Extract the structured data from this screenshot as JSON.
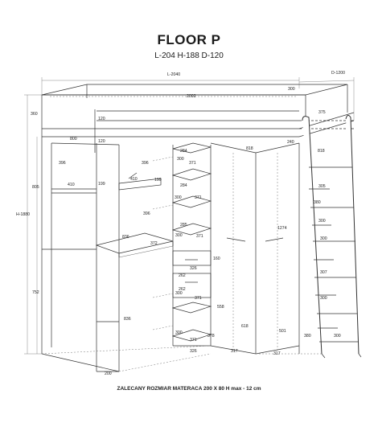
{
  "header": {
    "title": "FLOOR P",
    "subtitle": "L-204 H-188 D-120"
  },
  "footer": {
    "note": "ZALECANY ROZMIAR MATERACA 200 X 80 H max - 12 cm"
  },
  "dimensions": {
    "length_total": "L-2040",
    "depth_total": "D-1200",
    "height_total": "H-1880",
    "d2002": "2002",
    "d300_top": "300",
    "d375": "375",
    "d120_a": "120",
    "d120_b": "120",
    "d360": "360",
    "d800_left": "800",
    "d805": "805",
    "d240": "240",
    "d818_a": "818",
    "d818_b": "818",
    "d396_a": "396",
    "d396_b": "396",
    "d396_c": "396",
    "d410_a": "410",
    "d410_b": "410",
    "d199_a": "199",
    "d199_b": "199",
    "d284_a": "284",
    "d284_b": "284",
    "d300_s1": "300",
    "d371_a": "371",
    "d371_b": "371",
    "d300_s2": "300",
    "d285": "285",
    "d300_s3": "300",
    "d371_c": "371",
    "d836_a": "836",
    "d372": "372",
    "d326_a": "326",
    "d262_a": "262",
    "d160": "160",
    "d262_b": "262",
    "d300_s4": "300",
    "d371_d": "371",
    "d558": "558",
    "d752": "752",
    "d836_b": "836",
    "d300_s5": "300",
    "d371_e": "371",
    "d378": "378",
    "d326_b": "326",
    "d317_a": "317",
    "d317_b": "317",
    "d1274": "1274",
    "d501": "501",
    "d200": "200",
    "d305": "305",
    "d380_a": "380",
    "d300_l1": "300",
    "d300_l2": "300",
    "d307": "307",
    "d300_l3": "300",
    "d380_b": "380",
    "d300_l4": "300",
    "d618": "618"
  }
}
